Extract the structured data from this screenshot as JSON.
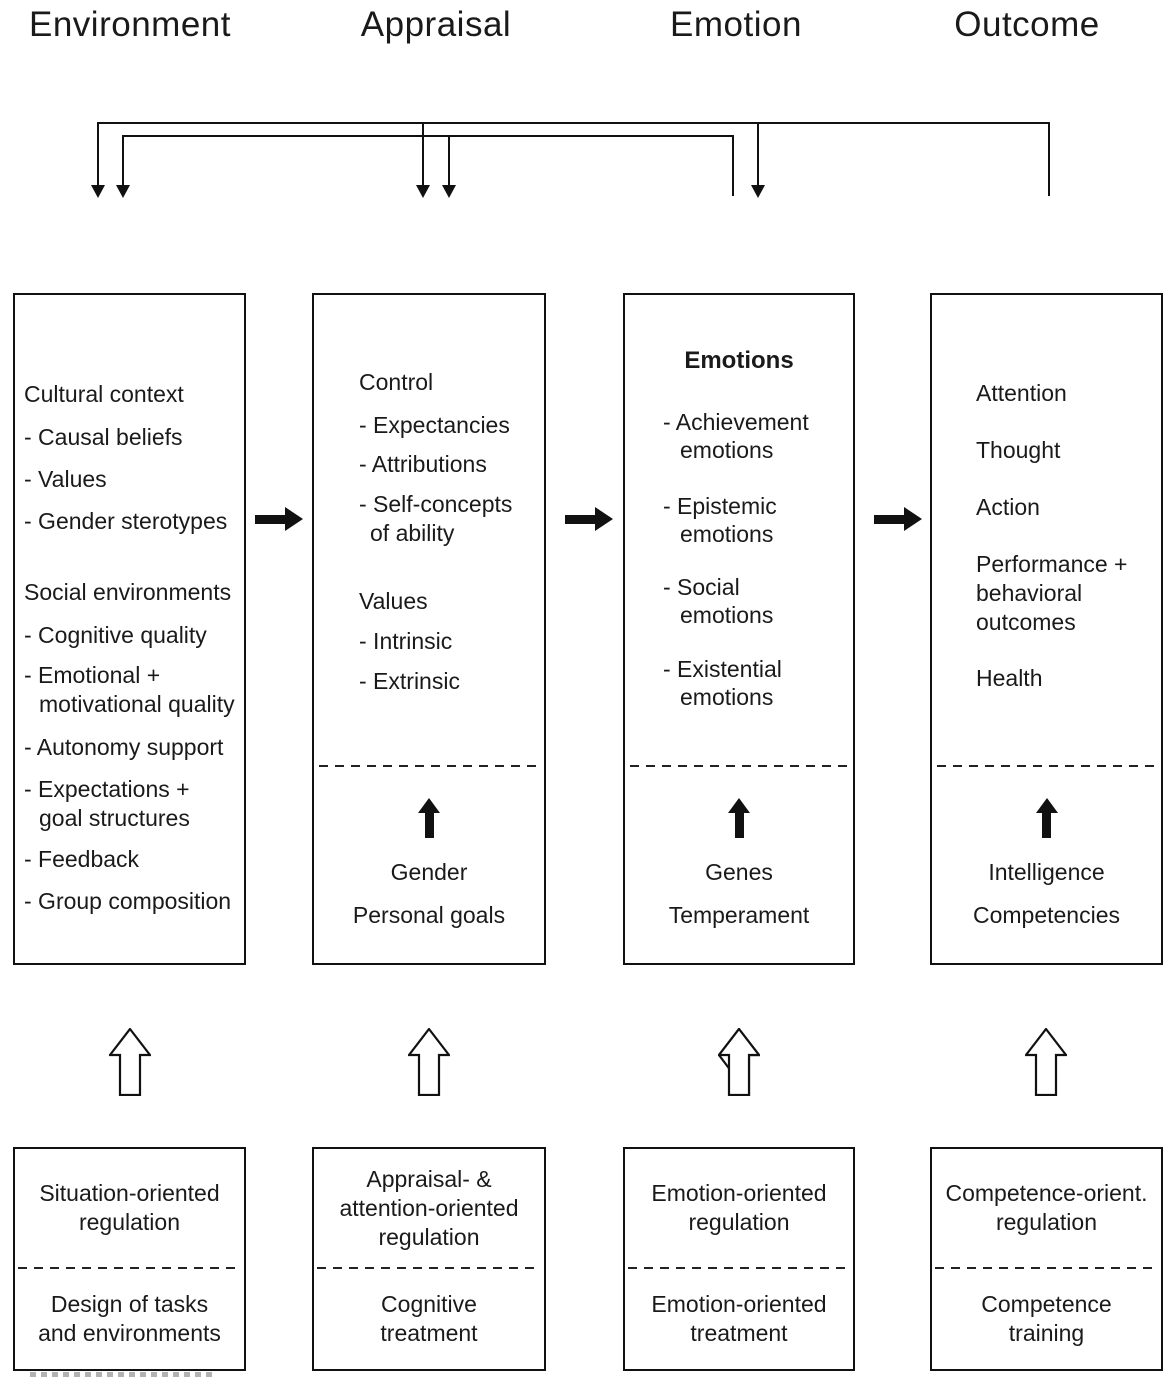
{
  "title_row": [
    "Environment",
    "Appraisal",
    "Emotion",
    "Outcome"
  ],
  "colors": {
    "line": "#111111",
    "text": "#1a1a1a",
    "background": "#ffffff"
  },
  "environment_box": {
    "lines": [
      "Cultural context",
      "- Causal beliefs",
      "- Values",
      "- Gender sterotypes",
      "Social environments",
      "- Cognitive quality",
      "- Emotional +",
      "motivational quality",
      "- Autonomy support",
      "- Expectations +",
      "goal structures",
      "- Feedback",
      "- Group composition"
    ]
  },
  "appraisal_box": {
    "upper": [
      "Control",
      "- Expectancies",
      "- Attributions",
      "- Self-concepts",
      "of ability",
      "Values",
      "- Intrinsic",
      "- Extrinsic"
    ],
    "base": [
      "Gender",
      "Personal goals"
    ]
  },
  "emotion_box": {
    "title": "Emotions",
    "upper": [
      "- Achievement",
      "emotions",
      "- Epistemic",
      "emotions",
      "- Social",
      "emotions",
      "- Existential",
      "emotions"
    ],
    "base": [
      "Genes",
      "Temperament"
    ]
  },
  "outcome_box": {
    "upper": [
      "Attention",
      "Thought",
      "Action",
      "Performance +",
      "behavioral",
      "outcomes",
      "Health"
    ],
    "base": [
      "Intelligence",
      "Competencies"
    ]
  },
  "regulation_boxes": [
    {
      "top_lines": [
        "Situation-oriented",
        "regulation"
      ],
      "bottom_lines": [
        "Design of tasks",
        "and environments"
      ]
    },
    {
      "top_lines": [
        "Appraisal- &",
        "attention-oriented",
        "regulation"
      ],
      "bottom_lines": [
        "Cognitive",
        "treatment"
      ]
    },
    {
      "top_lines": [
        "Emotion-oriented",
        "regulation"
      ],
      "bottom_lines": [
        "Emotion-oriented",
        "treatment"
      ]
    },
    {
      "top_lines": [
        "Competence-orient.",
        "regulation"
      ],
      "bottom_lines": [
        "Competence",
        "training"
      ]
    }
  ]
}
